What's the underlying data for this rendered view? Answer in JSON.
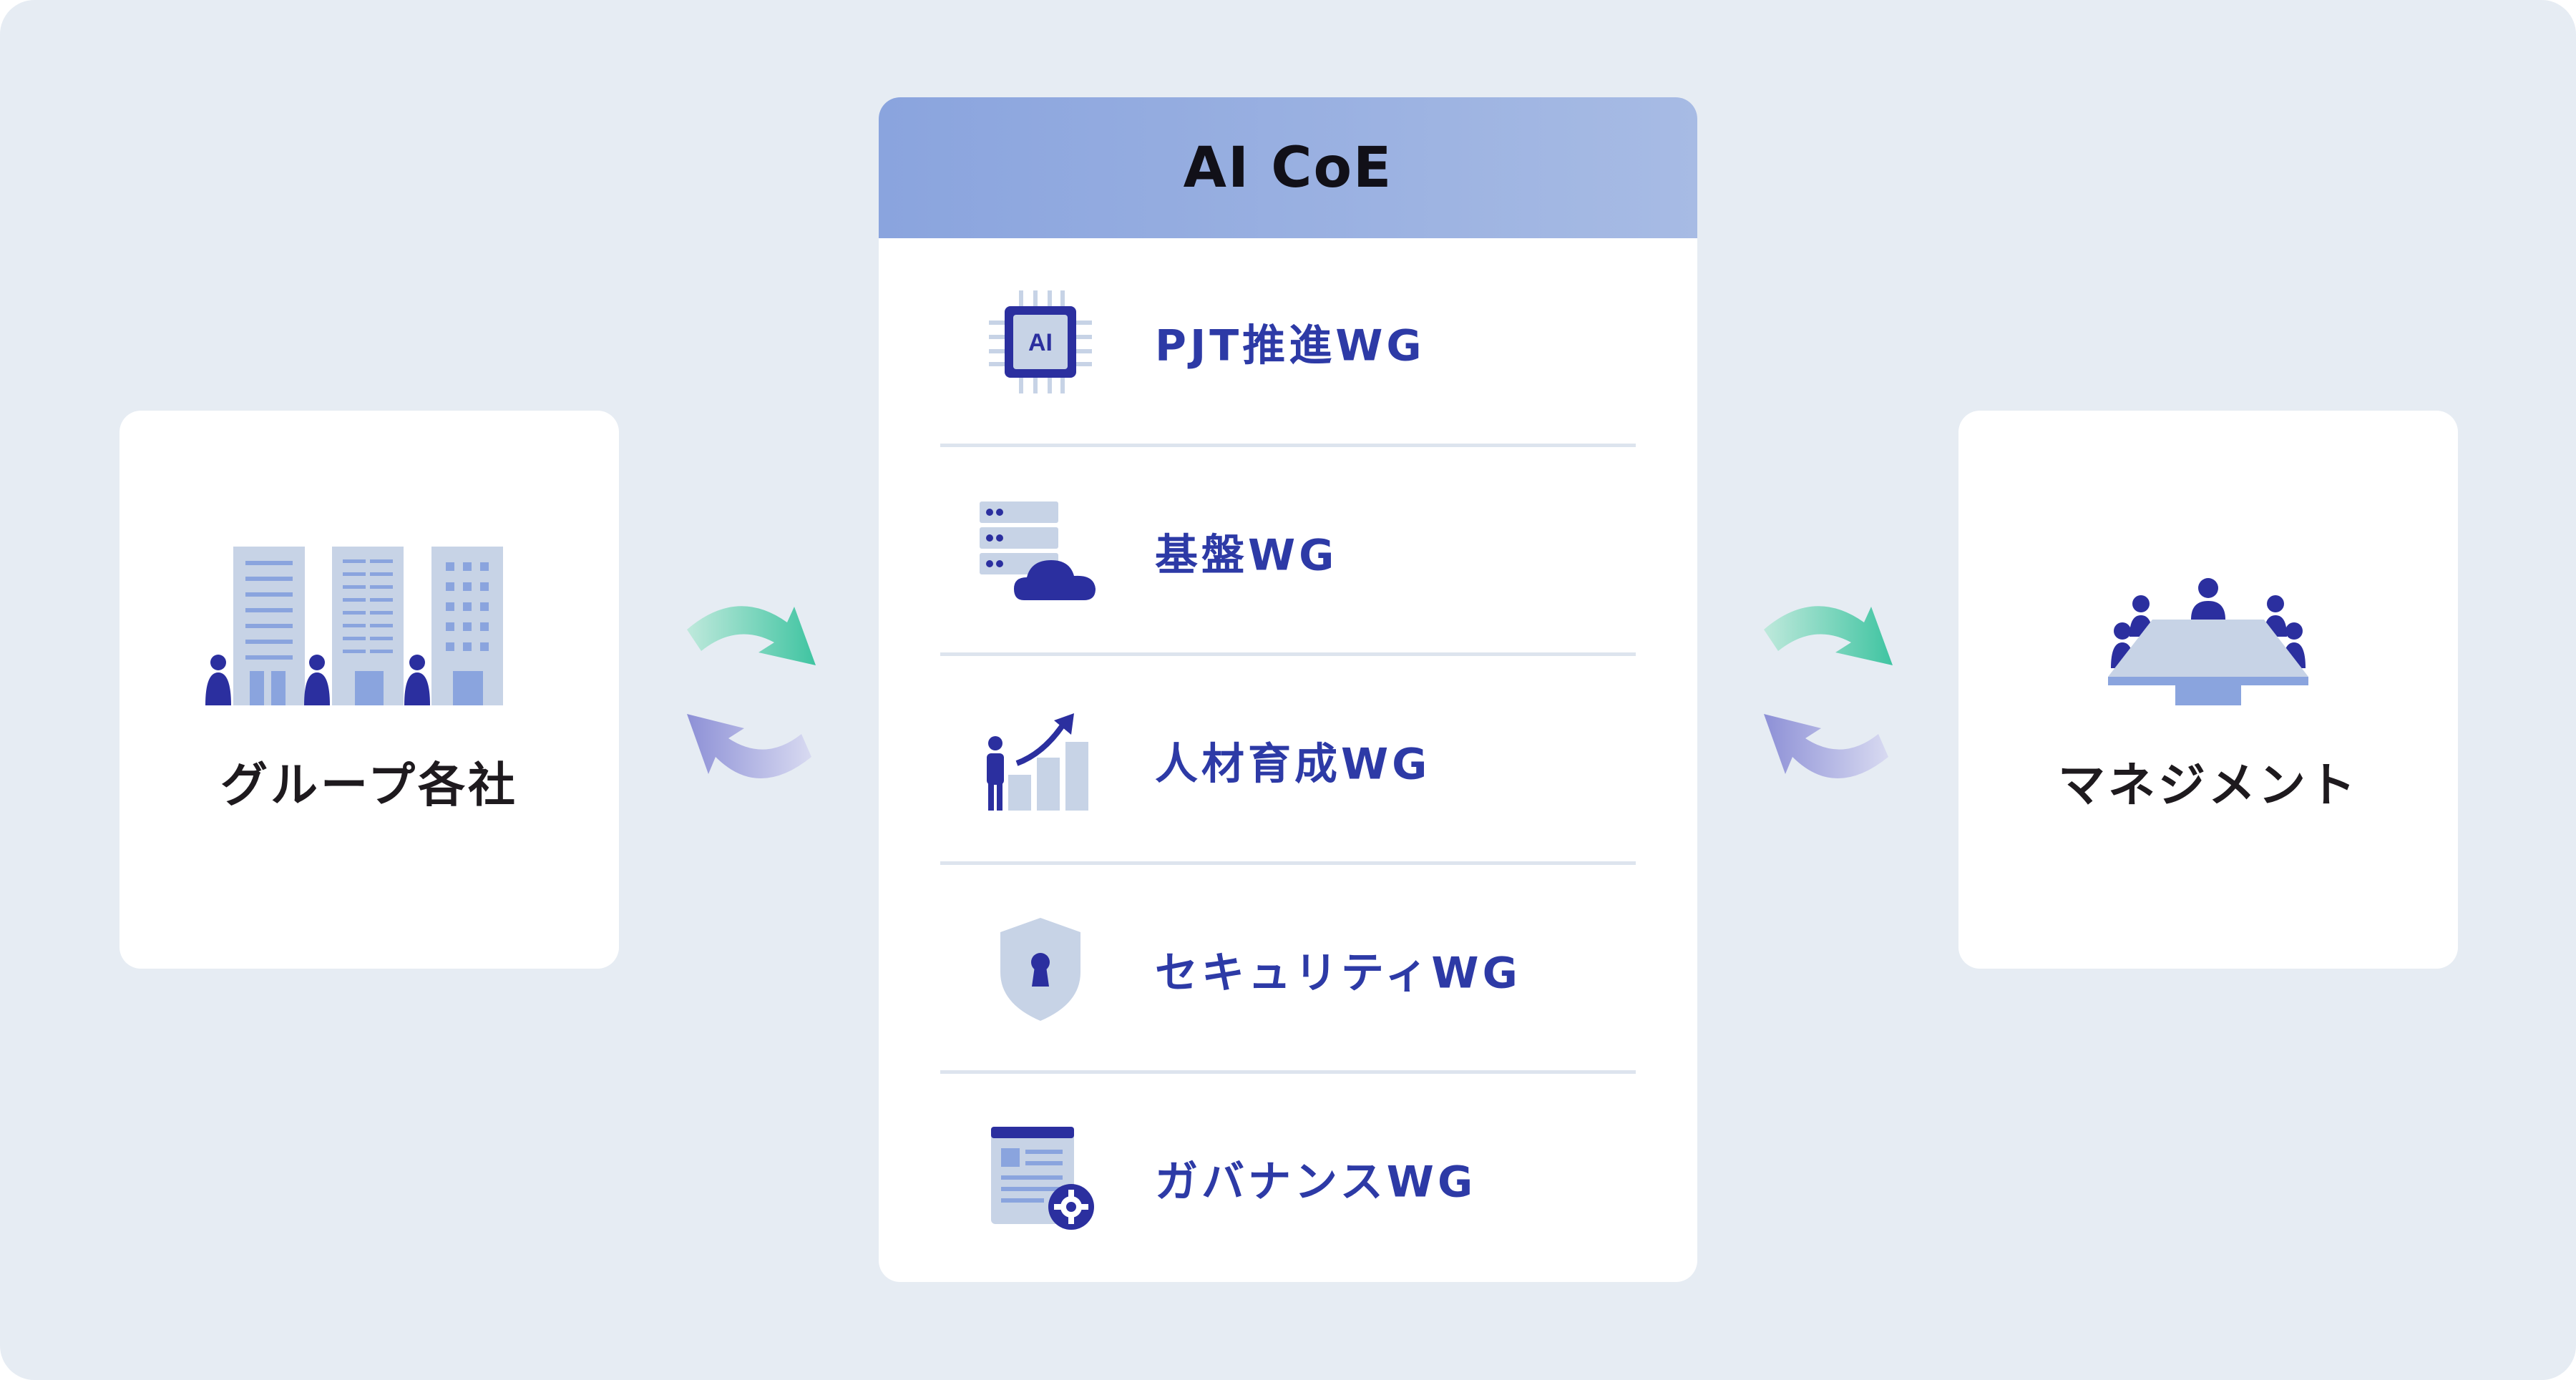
{
  "left": {
    "label": "グループ各社",
    "icon": "group-companies-buildings-icon"
  },
  "right": {
    "label": "マネジメント",
    "icon": "management-meeting-icon"
  },
  "center": {
    "title": "AI CoE",
    "header_gradient": [
      "#8aa4de",
      "#a7bbe4"
    ],
    "chip_text": "AI",
    "working_groups": [
      {
        "label": "PJT推進WG",
        "icon": "ai-chip-icon"
      },
      {
        "label": "基盤WG",
        "icon": "server-cloud-icon"
      },
      {
        "label": "人材育成WG",
        "icon": "growth-chart-person-icon"
      },
      {
        "label": "セキュリティWG",
        "icon": "shield-lock-icon"
      },
      {
        "label": "ガバナンスWG",
        "icon": "document-gear-icon"
      }
    ]
  },
  "arrows": {
    "top_color": "#3fc4a1",
    "bottom_color": "#8d90d6",
    "icon": "exchange-arrows-icon"
  },
  "colors": {
    "background": "#e6ecf3",
    "label_blue": "#2d3aa6",
    "navy": "#2b2f9f",
    "light_blue": "#c7d3e6"
  }
}
